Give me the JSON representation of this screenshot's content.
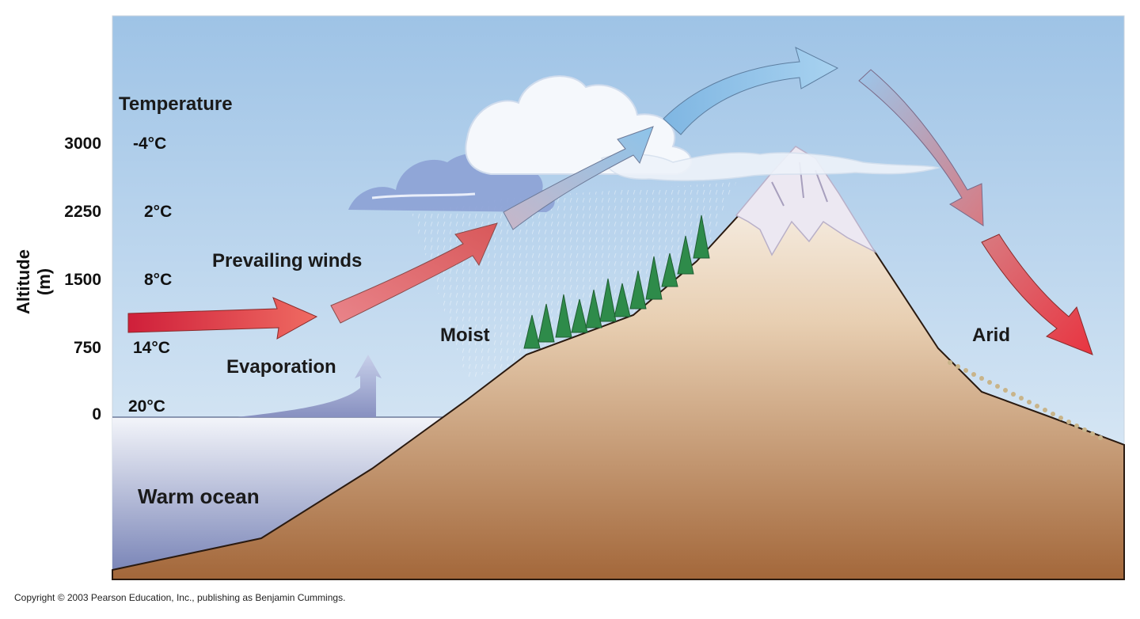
{
  "labels": {
    "temperature_heading": "Temperature",
    "axis_title": "Altitude (m)",
    "prevailing_winds": "Prevailing winds",
    "evaporation": "Evaporation",
    "moist": "Moist",
    "arid": "Arid",
    "warm_ocean": "Warm ocean",
    "copyright": "Copyright © 2003 Pearson Education, Inc., publishing as Benjamin Cummings."
  },
  "altitudes": [
    "3000",
    "2250",
    "1500",
    "750",
    "0"
  ],
  "temperatures": [
    "-4°C",
    "2°C",
    "8°C",
    "14°C",
    "20°C"
  ],
  "colors": {
    "sky_top": "#9ec3e6",
    "sky_bottom": "#e3eef8",
    "mountain_top": "#f6efe6",
    "mountain_bottom": "#a66a3c",
    "ocean_top": "#f4f6fb",
    "ocean_bottom": "#7d87b8",
    "arrow_warm": "#d9303a",
    "arrow_cool": "#8fc2e6",
    "trees": "#2e8b4a"
  }
}
